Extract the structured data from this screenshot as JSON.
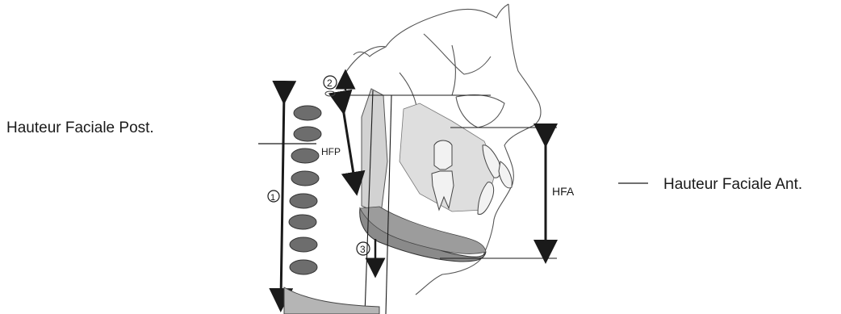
{
  "labels": {
    "posterior": "Hauteur Faciale Post.",
    "anterior": "Hauteur Faciale Ant."
  },
  "markers": {
    "hfp": "HFP",
    "hfa": "HFA",
    "circle_1": "1",
    "circle_2": "2",
    "circle_3": "3"
  },
  "colors": {
    "ink": "#1a1a1a",
    "pencil": "#555555",
    "mandible_fill": "#8a8a8a",
    "shade_light": "#c9c9c9",
    "vertebra": "#6d6d6d"
  },
  "icons": {
    "sketch": "cephalometric-profile-sketch",
    "vertebrae": "cervical-vertebrae-icon"
  }
}
